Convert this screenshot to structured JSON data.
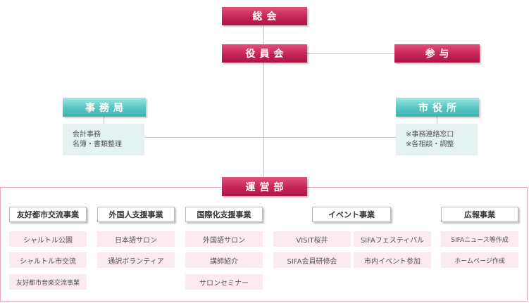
{
  "top": {
    "general_meeting": "総会",
    "board": "役員会",
    "advisor": "参与"
  },
  "secretariat": {
    "title": "事務局",
    "duties": [
      "会計事務",
      "名簿・書類整理"
    ]
  },
  "city_office": {
    "title": "市役所",
    "duties": [
      "※事務連絡窓口",
      "※各相談・調整"
    ]
  },
  "operations": {
    "title": "運営部",
    "divisions": [
      {
        "name": "友好都市交流事業",
        "items": [
          "シャルトル公園",
          "シャルトル市交流",
          "友好都市音楽交流事業"
        ]
      },
      {
        "name": "外国人支援事業",
        "items": [
          "日本語サロン",
          "通訳ボランティア"
        ]
      },
      {
        "name": "国際化支援事業",
        "items": [
          "外国語サロン",
          "講師紹介",
          "サロンセミナー"
        ]
      },
      {
        "name": "イベント事業",
        "items": [
          "VISIT桜井",
          "SIFAフェスティバル",
          "SIFA会員研修会",
          "市内イベント参加"
        ]
      },
      {
        "name": "広報事業",
        "items": [
          "SIFAニュース等作成",
          "ホームページ作成"
        ]
      }
    ]
  },
  "colors": {
    "pink": "#c42457",
    "teal": "#55c5c2",
    "item_bg": "#fbeaf0",
    "note_bg": "#e4f3f2",
    "frame": "#e9a6bd"
  }
}
